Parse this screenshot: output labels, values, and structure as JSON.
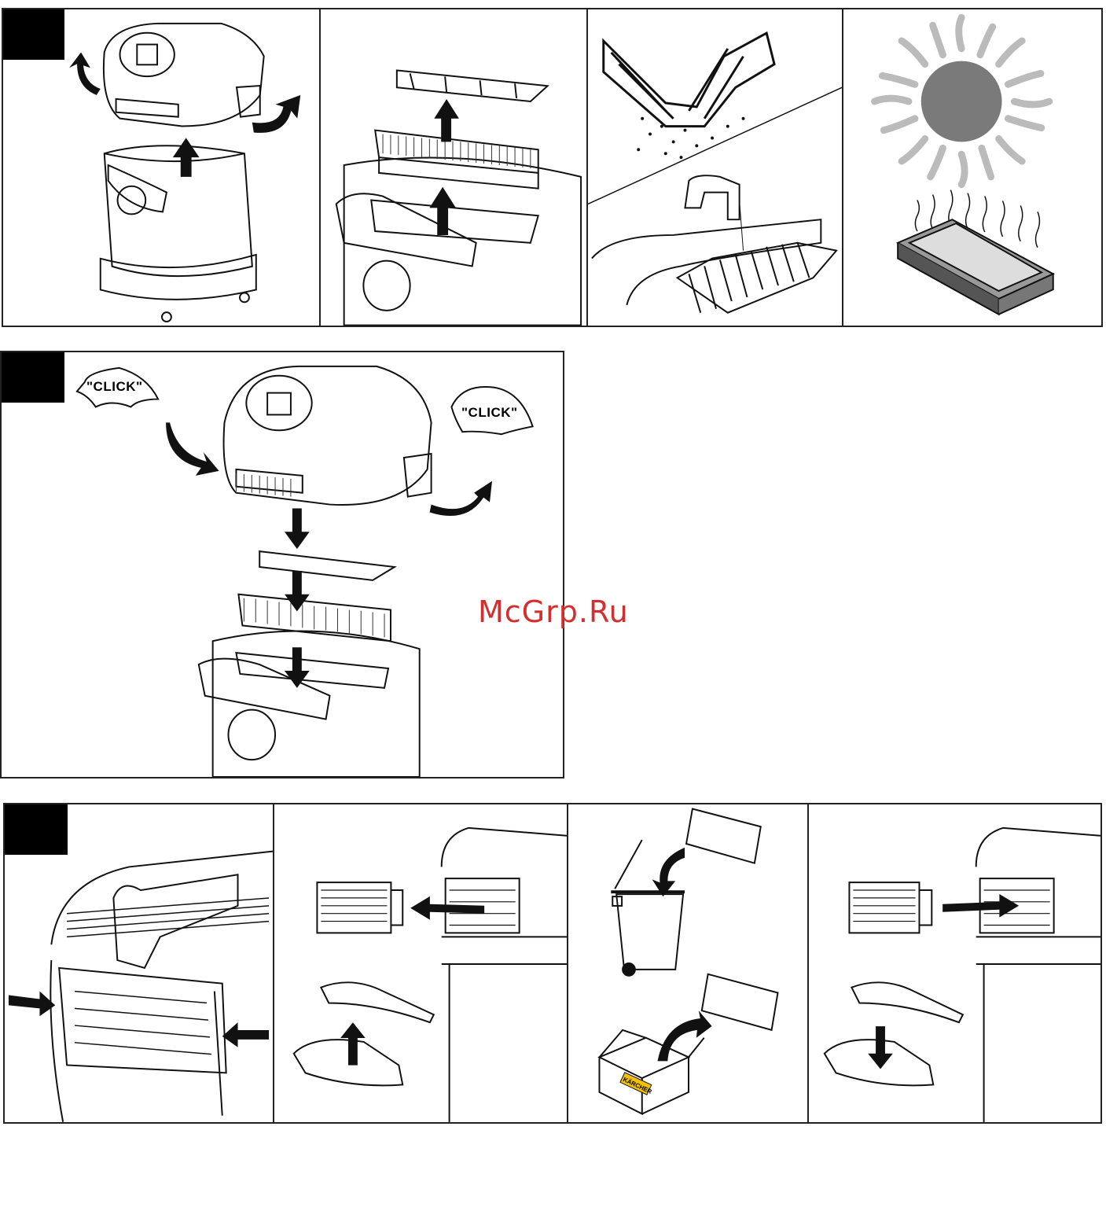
{
  "section2": {
    "click_left": "\"CLICK\"",
    "click_right": "\"CLICK\""
  },
  "watermark": {
    "text": "McGrp.Ru",
    "color": "#d32f2f"
  },
  "brand": {
    "box_label": "KÄRCHER",
    "box_color": "#f2c200"
  },
  "icons": [
    "arrow-up-icon",
    "arrow-down-icon",
    "curved-arrow-icon",
    "sun-icon",
    "heat-waves-icon",
    "water-tap-icon",
    "trash-bin-icon",
    "cardboard-box-icon"
  ]
}
